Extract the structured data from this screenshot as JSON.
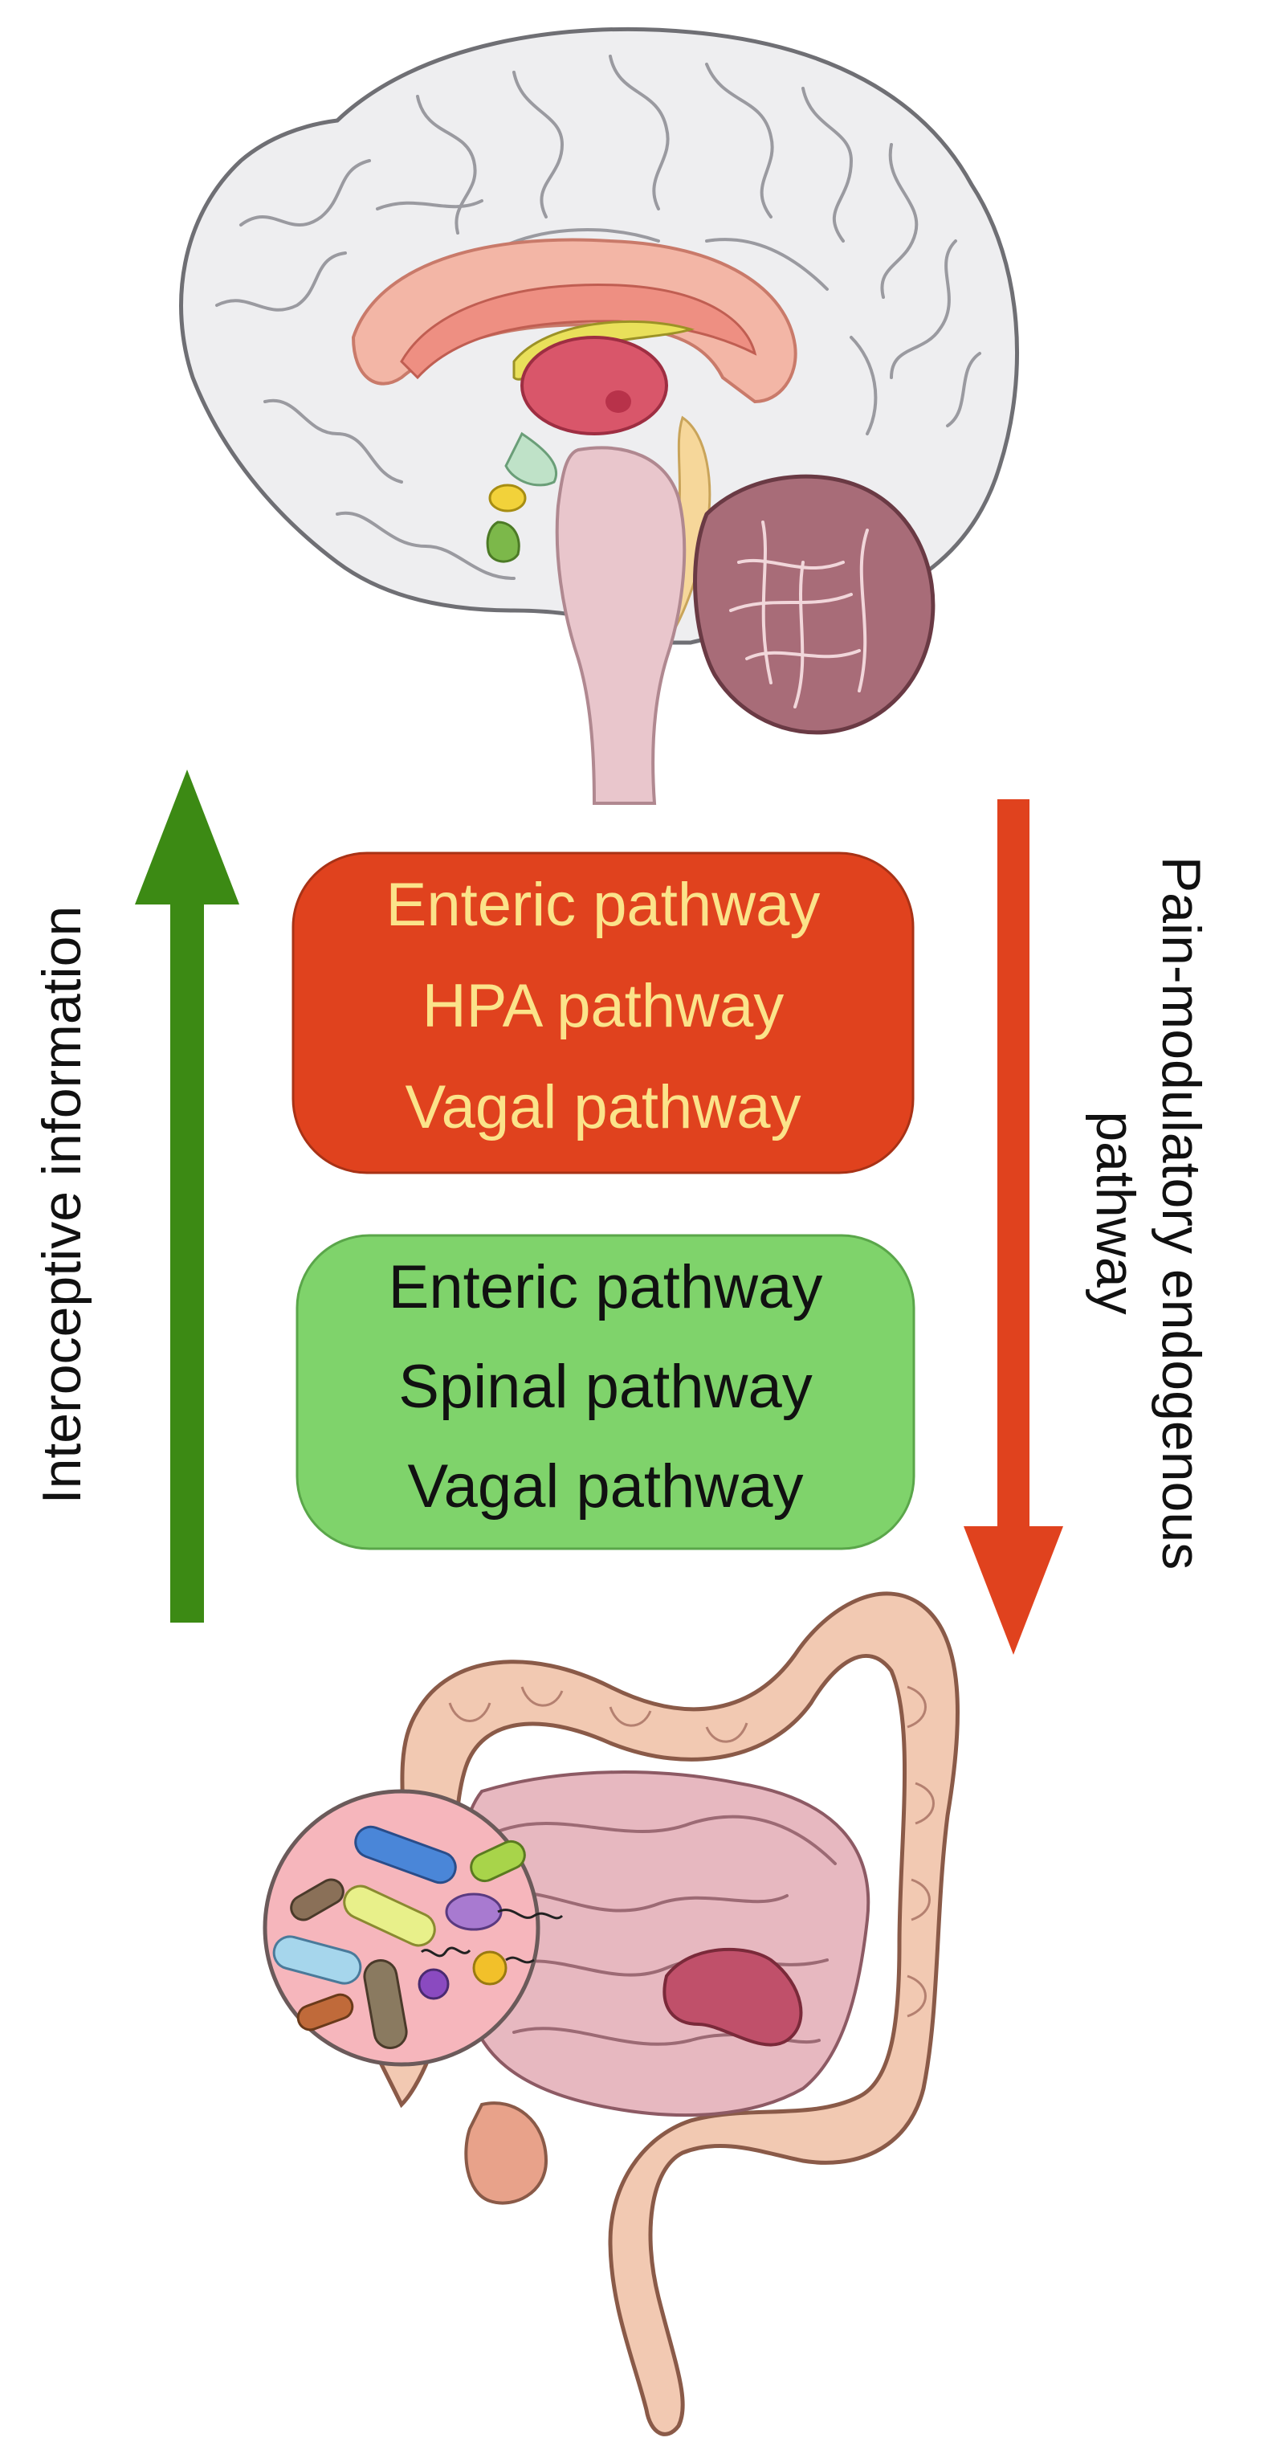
{
  "labels": {
    "upward": "Interoceptive information",
    "downward_line1": "Pain-modulatory endogenous",
    "downward_line2": "pathway"
  },
  "top_box": {
    "lines": [
      "Enteric pathway",
      "HPA pathway",
      "Vagal pathway"
    ],
    "fill": "#e0421e",
    "text_color": "#fbe38a"
  },
  "bottom_box": {
    "lines": [
      "Enteric pathway",
      "Spinal pathway",
      "Vagal pathway"
    ],
    "fill": "#7fd36b",
    "text_color": "#111111"
  },
  "colors": {
    "up_arrow": "#3c8a14",
    "down_arrow": "#e0421e",
    "brain_cortex": "#eeeef0",
    "cerebellum": "#a86c78",
    "brainstem": "#e9c6cc",
    "intestine": "#f2c9b2",
    "small_intestine": "#e7b8c0",
    "microbe_circle": "#f6b6bc"
  },
  "icons": [
    "brain-illustration",
    "intestine-illustration",
    "gut-microbiota-inset"
  ]
}
